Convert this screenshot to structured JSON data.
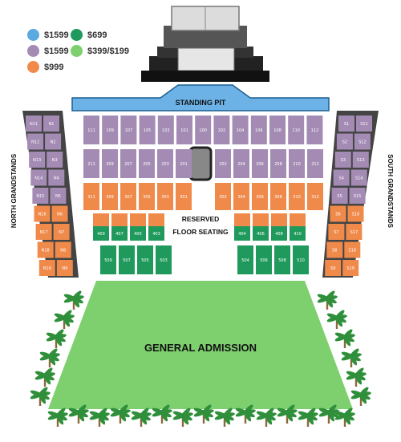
{
  "colors": {
    "blue": "#5aa9e0",
    "purple": "#a38bb4",
    "orange": "#f08a4b",
    "darkgreen": "#1f9a5c",
    "lightgreen": "#7ed06f",
    "pit": "#6cb2e6"
  },
  "legend": [
    {
      "price": "$1599",
      "color": "#5aa9e0"
    },
    {
      "price": "$699",
      "color": "#1f9a5c"
    },
    {
      "price": "$1599",
      "color": "#a38bb4"
    },
    {
      "price": "$399/$199",
      "color": "#7ed06f"
    },
    {
      "price": "$999",
      "color": "#f08a4b"
    }
  ],
  "labels": {
    "standing_pit": "STANDING PIT",
    "reserved_1": "RESERVED",
    "reserved_2": "FLOOR SEATING",
    "general_admission": "GENERAL ADMISSION",
    "north": "NORTH GRANDSTANDS",
    "south": "SOUTH GRANDSTANDS"
  },
  "sections": {
    "row100": [
      "111",
      "109",
      "107",
      "105",
      "103",
      "101",
      "100",
      "102",
      "104",
      "106",
      "108",
      "110",
      "112"
    ],
    "row200": [
      "211",
      "209",
      "207",
      "205",
      "203",
      "201",
      "202",
      "204",
      "206",
      "208",
      "210",
      "212"
    ],
    "row300": [
      "311",
      "309",
      "307",
      "305",
      "303",
      "301",
      "302",
      "304",
      "306",
      "308",
      "310",
      "312"
    ],
    "row400": [
      "409",
      "407",
      "405",
      "403",
      "404",
      "406",
      "408",
      "410"
    ],
    "row500": [
      "509",
      "507",
      "505",
      "503",
      "504",
      "506",
      "508",
      "510"
    ],
    "north": [
      "N11",
      "N1",
      "N12",
      "N2",
      "N13",
      "N3",
      "N14",
      "N4",
      "N15",
      "N5",
      "N16",
      "N6",
      "N17",
      "N7",
      "N18",
      "N8",
      "N19",
      "N9"
    ],
    "south": [
      "S1",
      "S11",
      "S2",
      "S12",
      "S3",
      "S13",
      "S4",
      "S14",
      "S5",
      "S15",
      "S6",
      "S16",
      "S7",
      "S17",
      "S8",
      "S18",
      "S9",
      "S19"
    ]
  }
}
